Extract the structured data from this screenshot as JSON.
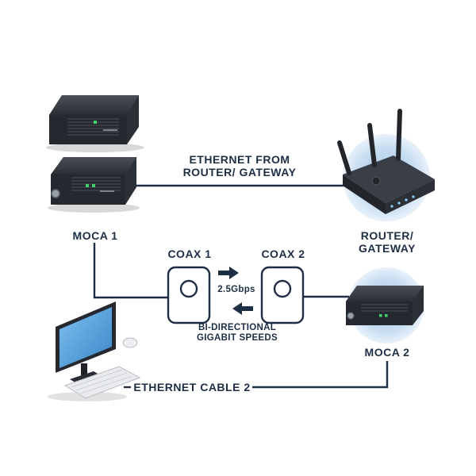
{
  "labels": {
    "ethernet_from_line1": "ETHERNET FROM",
    "ethernet_from_line2": "ROUTER/ GATEWAY",
    "moca1": "MOCA 1",
    "router_line1": "ROUTER/",
    "router_line2": "GATEWAY",
    "coax1": "COAX 1",
    "coax2": "COAX 2",
    "speed": "2.5Gbps",
    "bidir_line1": "BI-DIRECTIONAL",
    "bidir_line2": "GIGABIT SPEEDS",
    "moca2": "MOCA 2",
    "ethernet_cable2": "ETHERNET CABLE 2"
  },
  "colors": {
    "line": "#1e2e45",
    "device_body": "#2b2f36",
    "device_dark": "#1a1d22",
    "led_green": "#3fd16a",
    "router_glow": "#cfe3f5",
    "screen_blue": "#5aa7e0"
  },
  "icons": [
    "moca-adapter-icon",
    "router-icon",
    "coax-port-icon",
    "arrow-right-icon",
    "arrow-left-icon",
    "desktop-computer-icon"
  ]
}
